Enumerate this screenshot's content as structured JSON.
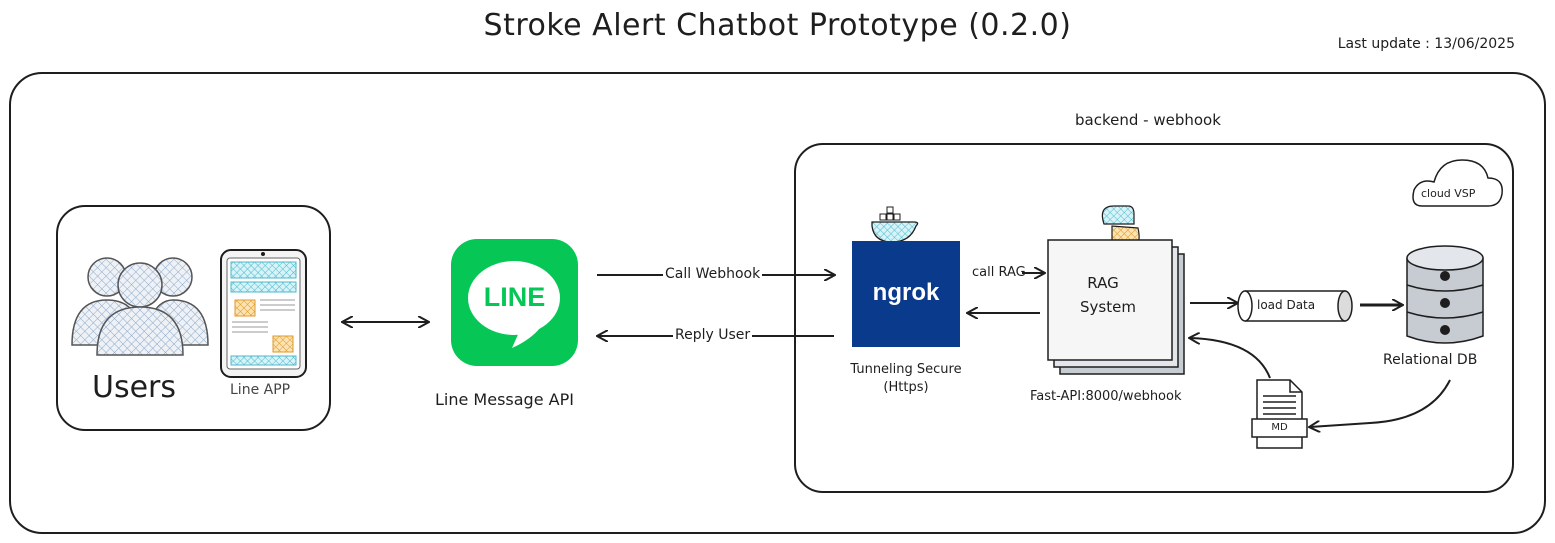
{
  "header": {
    "title": "Stroke Alert Chatbot Prototype (0.2.0)",
    "last_update": "Last update : 13/06/2025"
  },
  "users_block": {
    "users_label": "Users",
    "app_label": "Line APP"
  },
  "line_api": {
    "logo_text": "LINE",
    "label": "Line Message  API"
  },
  "arrows": {
    "call_webhook": "Call Webhook",
    "reply_user": "Reply User",
    "call_rag": "call RAG"
  },
  "backend": {
    "title": "backend - webhook",
    "cloud_label": "cloud VSP",
    "ngrok": {
      "logo_text": "ngrok",
      "label_line1": "Tunneling  Secure",
      "label_line2": "(Https)"
    },
    "rag": {
      "line1": "RAG",
      "line2": "System",
      "caption": "Fast-API:8000/webhook"
    },
    "load_data": "load Data",
    "db_label": "Relational DB",
    "doc_label": "MD"
  },
  "colors": {
    "line_green": "#06c755",
    "ngrok_blue": "#0a3a8c",
    "stroke": "#1e1e1e",
    "hatch": "#8fa9c8",
    "cyan_hatch": "#7fd0e0",
    "yellow_hatch": "#f2b544"
  }
}
